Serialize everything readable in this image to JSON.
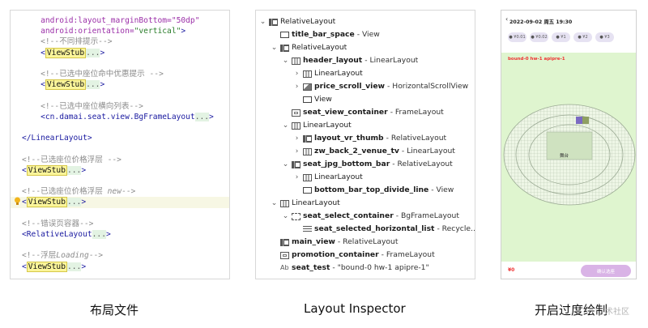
{
  "code": {
    "lines": [
      {
        "parts": [
          {
            "c": "tok-attr",
            "t": "    android:layout_marginBottom=\"50dp\""
          }
        ]
      },
      {
        "parts": [
          {
            "c": "tok-attr",
            "t": "    android:orientation="
          },
          {
            "c": "tok-str",
            "t": "\"vertical\""
          },
          {
            "c": "tok-tag",
            "t": ">"
          }
        ]
      },
      {
        "parts": [
          {
            "c": "tok-cm",
            "t": "    <!--不同排提示-->"
          }
        ]
      },
      {
        "parts": [
          {
            "c": "tok-tag",
            "t": "    <"
          },
          {
            "c": "tok-box",
            "t": "ViewStub"
          },
          {
            "c": "tok-dots",
            "t": "..."
          },
          {
            "c": "tok-tag",
            "t": ">"
          }
        ]
      },
      {
        "parts": [
          {
            "c": "",
            "t": ""
          }
        ]
      },
      {
        "parts": [
          {
            "c": "tok-cm",
            "t": "    <!--已选中座位命中优惠提示 -->"
          }
        ]
      },
      {
        "parts": [
          {
            "c": "tok-tag",
            "t": "    <"
          },
          {
            "c": "tok-box",
            "t": "ViewStub"
          },
          {
            "c": "tok-dots",
            "t": "..."
          },
          {
            "c": "tok-tag",
            "t": ">"
          }
        ]
      },
      {
        "parts": [
          {
            "c": "",
            "t": ""
          }
        ]
      },
      {
        "parts": [
          {
            "c": "tok-cm",
            "t": "    <!--已选中座位横向列表-->"
          }
        ]
      },
      {
        "parts": [
          {
            "c": "tok-tag",
            "t": "    <cn.damai.seat.view.BgFrameLayout"
          },
          {
            "c": "tok-dots",
            "t": "..."
          },
          {
            "c": "tok-tag",
            "t": ">"
          }
        ]
      },
      {
        "parts": [
          {
            "c": "",
            "t": ""
          }
        ]
      },
      {
        "parts": [
          {
            "c": "tok-tag",
            "t": "</LinearLayout>"
          }
        ]
      },
      {
        "parts": [
          {
            "c": "",
            "t": ""
          }
        ]
      },
      {
        "parts": [
          {
            "c": "tok-cm",
            "t": "<!--已选座位价格浮层 -->"
          }
        ]
      },
      {
        "parts": [
          {
            "c": "tok-tag",
            "t": "<"
          },
          {
            "c": "tok-box",
            "t": "ViewStub"
          },
          {
            "c": "tok-dots",
            "t": "..."
          },
          {
            "c": "tok-tag",
            "t": ">"
          }
        ]
      },
      {
        "parts": [
          {
            "c": "",
            "t": ""
          }
        ]
      },
      {
        "parts": [
          {
            "c": "tok-cm",
            "t": "<!--已选座位价格浮层 "
          },
          {
            "c": "tok-it",
            "t": "new"
          },
          {
            "c": "tok-cm",
            "t": "-->"
          }
        ]
      },
      {
        "hl": true,
        "parts": [
          {
            "c": "tok-tag",
            "t": "<"
          },
          {
            "c": "tok-box",
            "t": "ViewStub"
          },
          {
            "c": "tok-dots",
            "t": "..."
          },
          {
            "c": "tok-tag",
            "t": ">"
          }
        ]
      },
      {
        "parts": [
          {
            "c": "",
            "t": ""
          }
        ]
      },
      {
        "parts": [
          {
            "c": "tok-cm",
            "t": "<!--错误页容器-->"
          }
        ]
      },
      {
        "parts": [
          {
            "c": "tok-tag",
            "t": "<RelativeLayout"
          },
          {
            "c": "tok-dots",
            "t": "..."
          },
          {
            "c": "tok-tag",
            "t": ">"
          }
        ]
      },
      {
        "parts": [
          {
            "c": "",
            "t": ""
          }
        ]
      },
      {
        "parts": [
          {
            "c": "tok-cm",
            "t": "<!--浮层"
          },
          {
            "c": "tok-it",
            "t": "Loading"
          },
          {
            "c": "tok-cm",
            "t": "-->"
          }
        ]
      },
      {
        "parts": [
          {
            "c": "tok-tag",
            "t": "<"
          },
          {
            "c": "tok-box",
            "t": "ViewStub"
          },
          {
            "c": "tok-dots",
            "t": "..."
          },
          {
            "c": "tok-tag",
            "t": ">"
          }
        ]
      }
    ]
  },
  "tree": {
    "rows": [
      {
        "depth": 0,
        "chev": "v",
        "icon": "rel",
        "name": "RelativeLayout",
        "type": "",
        "bold": false
      },
      {
        "depth": 1,
        "chev": "",
        "icon": "view",
        "name": "title_bar_space",
        "type": " - View",
        "bold": true
      },
      {
        "depth": 1,
        "chev": "v",
        "icon": "rel",
        "name": "RelativeLayout",
        "type": "",
        "bold": false
      },
      {
        "depth": 2,
        "chev": "v",
        "icon": "lin",
        "name": "header_layout",
        "type": " - LinearLayout",
        "bold": true
      },
      {
        "depth": 3,
        "chev": ">",
        "icon": "lin",
        "name": "LinearLayout",
        "type": "",
        "bold": false
      },
      {
        "depth": 3,
        "chev": ">",
        "icon": "img",
        "name": "price_scroll_view",
        "type": " - HorizontalScrollView",
        "bold": true
      },
      {
        "depth": 3,
        "chev": "",
        "icon": "view",
        "name": "View",
        "type": "",
        "bold": false
      },
      {
        "depth": 2,
        "chev": "",
        "icon": "frame",
        "name": "seat_view_container",
        "type": " - FrameLayout",
        "bold": true
      },
      {
        "depth": 2,
        "chev": "v",
        "icon": "lin",
        "name": "LinearLayout",
        "type": "",
        "bold": false
      },
      {
        "depth": 3,
        "chev": ">",
        "icon": "rel",
        "name": "layout_vr_thumb",
        "type": " - RelativeLayout",
        "bold": true
      },
      {
        "depth": 3,
        "chev": ">",
        "icon": "lin",
        "name": "zw_back_2_venue_tv",
        "type": " - LinearLayout",
        "bold": true
      },
      {
        "depth": 2,
        "chev": "v",
        "icon": "rel",
        "name": "seat_jpg_bottom_bar",
        "type": " - RelativeLayout",
        "bold": true
      },
      {
        "depth": 3,
        "chev": ">",
        "icon": "lin",
        "name": "LinearLayout",
        "type": "",
        "bold": false
      },
      {
        "depth": 3,
        "chev": "",
        "icon": "view",
        "name": "bottom_bar_top_divide_line",
        "type": " - View",
        "bold": true
      },
      {
        "depth": 1,
        "chev": "v",
        "icon": "lin",
        "name": "LinearLayout",
        "type": "",
        "bold": false
      },
      {
        "depth": 2,
        "chev": "v",
        "icon": "q",
        "name": "seat_select_container",
        "type": " - BgFrameLayout",
        "bold": true
      },
      {
        "depth": 3,
        "chev": "",
        "icon": "list",
        "name": "seat_selected_horizontal_list",
        "type": " - Recycle...",
        "bold": true
      },
      {
        "depth": 1,
        "chev": "",
        "icon": "rel",
        "name": "main_view",
        "type": " - RelativeLayout",
        "bold": true
      },
      {
        "depth": 1,
        "chev": "",
        "icon": "frame",
        "name": "promotion_container",
        "type": " - FrameLayout",
        "bold": true
      },
      {
        "depth": 1,
        "chev": "",
        "icon": "ab",
        "name": "seat_test",
        "type": " - \"bound-0 hw-1 apipre-1\"",
        "bold": true
      }
    ]
  },
  "phone": {
    "date": "2022-09-02 周五 19:30",
    "chips": [
      "¥0.01",
      "¥0.02",
      "¥1",
      "¥2",
      "¥3"
    ],
    "tag": "bound-0 hw-1 apipre-1",
    "stage": "舞台",
    "price": "¥0",
    "confirm": "确认选座",
    "back_icon": "chevron-left-icon"
  },
  "captions": {
    "left": "布局文件",
    "middle": "Layout Inspector",
    "right": "开启过度绘制"
  },
  "watermark": "术社区"
}
